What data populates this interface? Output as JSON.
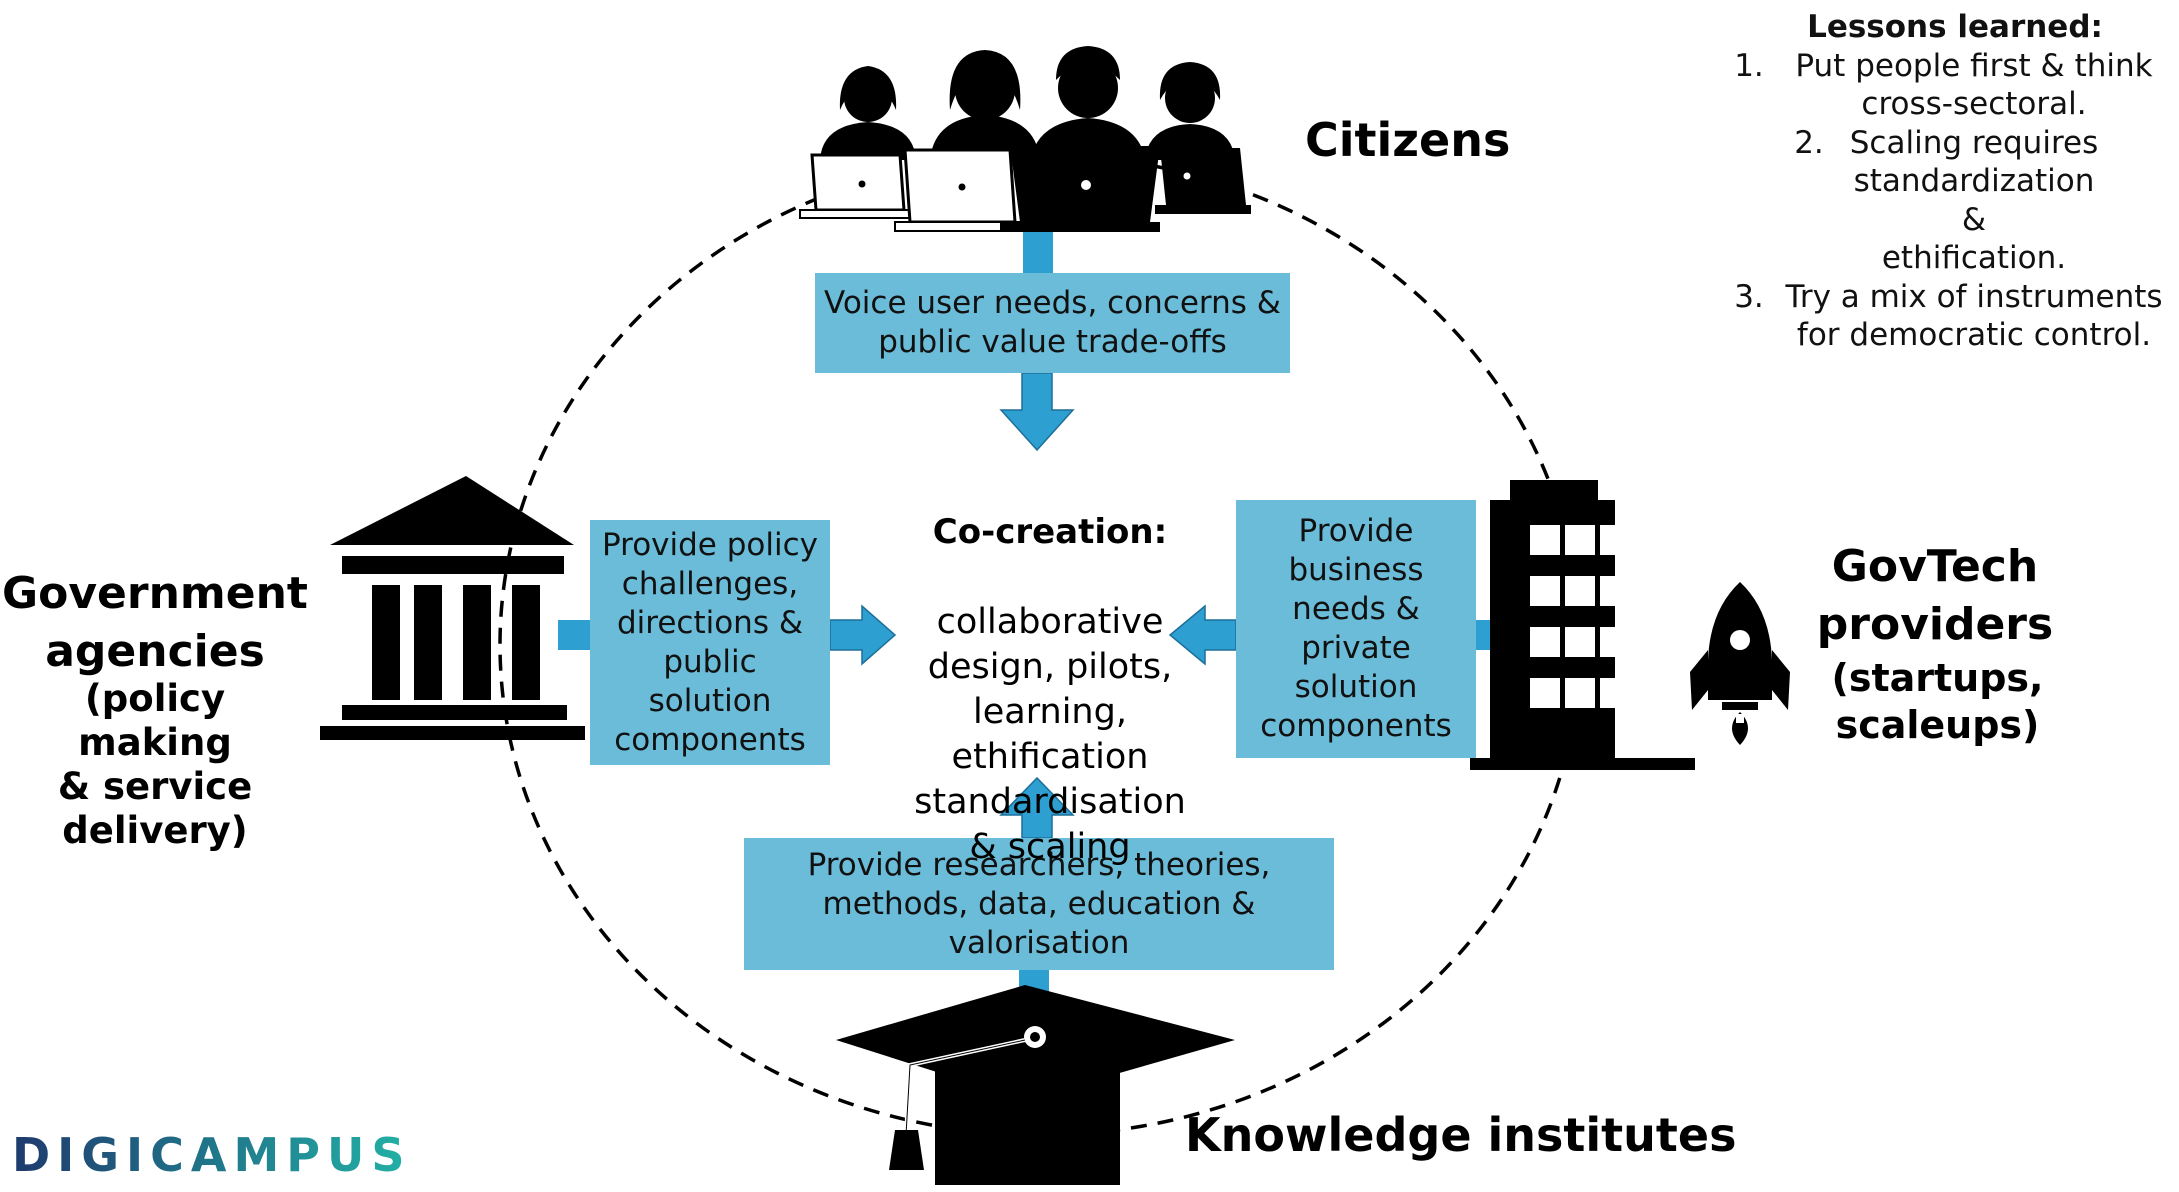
{
  "actors": {
    "citizens": "Citizens",
    "government_title": "Government\nagencies",
    "government_sub": "(policy making\n& service\ndelivery)",
    "govtech_title": "GovTech\nproviders",
    "govtech_sub": "(startups,\nscaleups)",
    "knowledge": "Knowledge institutes"
  },
  "boxes": {
    "citizens": "Voice user needs, concerns &\npublic value trade-offs",
    "government": "Provide policy\nchallenges,\ndirections &\npublic\nsolution\ncomponents",
    "govtech": "Provide\nbusiness\nneeds &\nprivate\nsolution\ncomponents",
    "knowledge": "Provide researchers, theories,\nmethods, data, education &\nvalorisation"
  },
  "center": {
    "title": "Co-creation:",
    "body": "collaborative\ndesign, pilots,\nlearning,\nethification\nstandardisation\n& scaling"
  },
  "lessons": {
    "heading": "Lessons learned:",
    "items": [
      {
        "num": "1.",
        "text": "Put people first & think\ncross-sectoral."
      },
      {
        "num": "2.",
        "text": "Scaling requires\nstandardization &\nethification."
      },
      {
        "num": "3.",
        "text": "Try a mix of instruments\nfor democratic control."
      }
    ]
  },
  "logo": {
    "text": "DIGICAMPUS"
  },
  "colors": {
    "box_fill": "#6bbcd8",
    "arrow_fill": "#2e9fd1",
    "icon": "#000000",
    "logo_gradient_start": "#1f3a6e",
    "logo_gradient_end": "#22b2a6"
  },
  "icons": [
    "people-with-laptops-icon",
    "government-building-icon",
    "office-building-icon",
    "rocket-icon",
    "graduation-cap-icon"
  ]
}
